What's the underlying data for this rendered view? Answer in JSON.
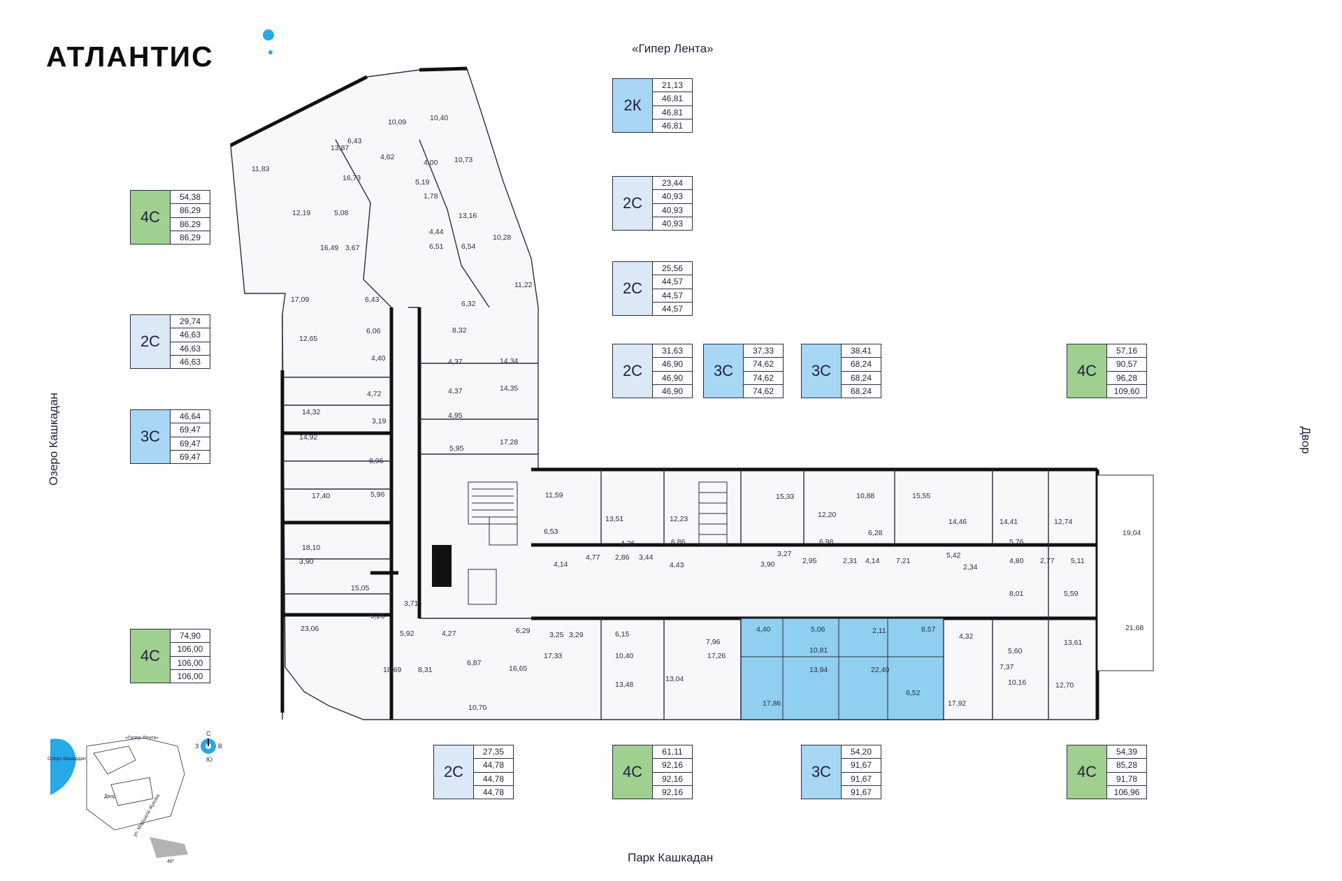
{
  "brand": {
    "name": "АТЛАНТИС"
  },
  "labels": {
    "top": "«Гипер Лента»",
    "bottom": "Парк Кашкадан",
    "left": "Озеро Кашкадан",
    "right": "Двор"
  },
  "colors": {
    "green": "#9fd08f",
    "blue": "#a8d6f5",
    "pale": "#dbe9f7",
    "highlight": "#8fd0f0",
    "brand_dot": "#27a8e8"
  },
  "cards": [
    {
      "type": "2К",
      "color": "blue",
      "areas": [
        "21,13",
        "46,81",
        "46,81",
        "46,81"
      ]
    },
    {
      "type": "2С",
      "color": "pale",
      "areas": [
        "23,44",
        "40,93",
        "40,93",
        "40,93"
      ]
    },
    {
      "type": "2С",
      "color": "pale",
      "areas": [
        "25,56",
        "44,57",
        "44,57",
        "44,57"
      ]
    },
    {
      "type": "2С",
      "color": "pale",
      "areas": [
        "31,63",
        "46,90",
        "46,90",
        "46,90"
      ]
    },
    {
      "type": "3С",
      "color": "blue",
      "areas": [
        "37,33",
        "74,62",
        "74,62",
        "74,62"
      ]
    },
    {
      "type": "3С",
      "color": "blue",
      "areas": [
        "38,41",
        "68,24",
        "68,24",
        "68,24"
      ]
    },
    {
      "type": "4С",
      "color": "green",
      "areas": [
        "57,16",
        "90,57",
        "96,28",
        "109,60"
      ]
    },
    {
      "type": "4С",
      "color": "green",
      "areas": [
        "54,38",
        "86,29",
        "86,29",
        "86,29"
      ]
    },
    {
      "type": "2С",
      "color": "pale",
      "areas": [
        "29,74",
        "46,63",
        "46,63",
        "46,63"
      ]
    },
    {
      "type": "3С",
      "color": "blue",
      "areas": [
        "46,64",
        "69,47",
        "69,47",
        "69,47"
      ]
    },
    {
      "type": "4С",
      "color": "green",
      "areas": [
        "74,90",
        "106,00",
        "106,00",
        "106,00"
      ]
    },
    {
      "type": "2С",
      "color": "pale",
      "areas": [
        "27,35",
        "44,78",
        "44,78",
        "44,78"
      ]
    },
    {
      "type": "4С",
      "color": "green",
      "areas": [
        "61,11",
        "92,16",
        "92,16",
        "92,16"
      ]
    },
    {
      "type": "3С",
      "color": "blue",
      "areas": [
        "54,20",
        "91,67",
        "91,67",
        "91,67"
      ]
    },
    {
      "type": "4С",
      "color": "green",
      "areas": [
        "54,39",
        "85,28",
        "91,78",
        "106,96"
      ]
    }
  ],
  "rooms": [
    "10,40",
    "10,09",
    "6,43",
    "13,87",
    "11,83",
    "4,62",
    "4,00",
    "10,73",
    "16,73",
    "5,19",
    "1,78",
    "13,16",
    "12,19",
    "5,08",
    "4,44",
    "10,28",
    "16,49",
    "3,67",
    "6,51",
    "6,54",
    "11,22",
    "17,09",
    "6,43",
    "6,32",
    "12,65",
    "6,06",
    "8,32",
    "4,40",
    "4,37",
    "14,34",
    "4,72",
    "4,37",
    "14,35",
    "14,32",
    "3,19",
    "4,95",
    "14,92",
    "17,28",
    "8,96",
    "5,95",
    "17,40",
    "5,96",
    "11,59",
    "13,51",
    "12,23",
    "15,33",
    "12,20",
    "10,88",
    "15,55",
    "14,46",
    "14,41",
    "12,74",
    "19,04",
    "18,10",
    "6,53",
    "4,26",
    "6,86",
    "6,98",
    "6,28",
    "5,76",
    "3,90",
    "4,77",
    "2,86",
    "3,44",
    "4,43",
    "3,90",
    "3,27",
    "2,95",
    "2,31",
    "4,14",
    "7,21",
    "5,42",
    "4,80",
    "2,77",
    "5,11",
    "4,14",
    "2,34",
    "15,05",
    "3,71",
    "8,01",
    "5,59",
    "9,26",
    "21,68",
    "23,06",
    "5,92",
    "4,27",
    "6,29",
    "3,25",
    "3,29",
    "6,15",
    "7,96",
    "4,40",
    "5,06",
    "2,11",
    "8,57",
    "4,32",
    "13,61",
    "10,81",
    "5,60",
    "17,33",
    "10,40",
    "17,26",
    "13,94",
    "22,40",
    "7,37",
    "18,69",
    "8,31",
    "6,87",
    "16,65",
    "13,48",
    "13,04",
    "17,86",
    "6,52",
    "17,92",
    "10,16",
    "12,70",
    "10,70"
  ],
  "compass": {
    "n": "С",
    "s": "Ю",
    "w": "З",
    "e": "В"
  },
  "mini_map": {
    "top": "«Гипер Лента»",
    "lake": "Озеро Кашкадан",
    "yard": "Двор",
    "street": "ул. Маршала Жукова",
    "angle": "48°"
  }
}
